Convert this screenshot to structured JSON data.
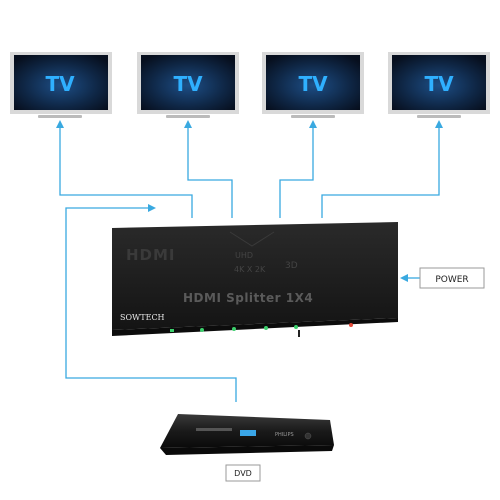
{
  "tvs": [
    {
      "label": "TV"
    },
    {
      "label": "TV"
    },
    {
      "label": "TV"
    },
    {
      "label": "TV"
    }
  ],
  "splitter": {
    "logo": "HDMI",
    "uhd": "UHD",
    "resolution": "4K X 2K",
    "three_d": "3D",
    "model": "HDMI Splitter 1X4",
    "brand": "SOWTECH"
  },
  "power": {
    "label": "POWER"
  },
  "dvd": {
    "label": "DVD",
    "brand": "PHILIPS"
  },
  "colors": {
    "connector": "#39a9e0",
    "screen": "#0c1a33",
    "screen_glow": "#1c4f8a",
    "tv_label": "#2fb0ff",
    "device_body": "#1c1c1c",
    "frame": "#d9d9d9"
  }
}
